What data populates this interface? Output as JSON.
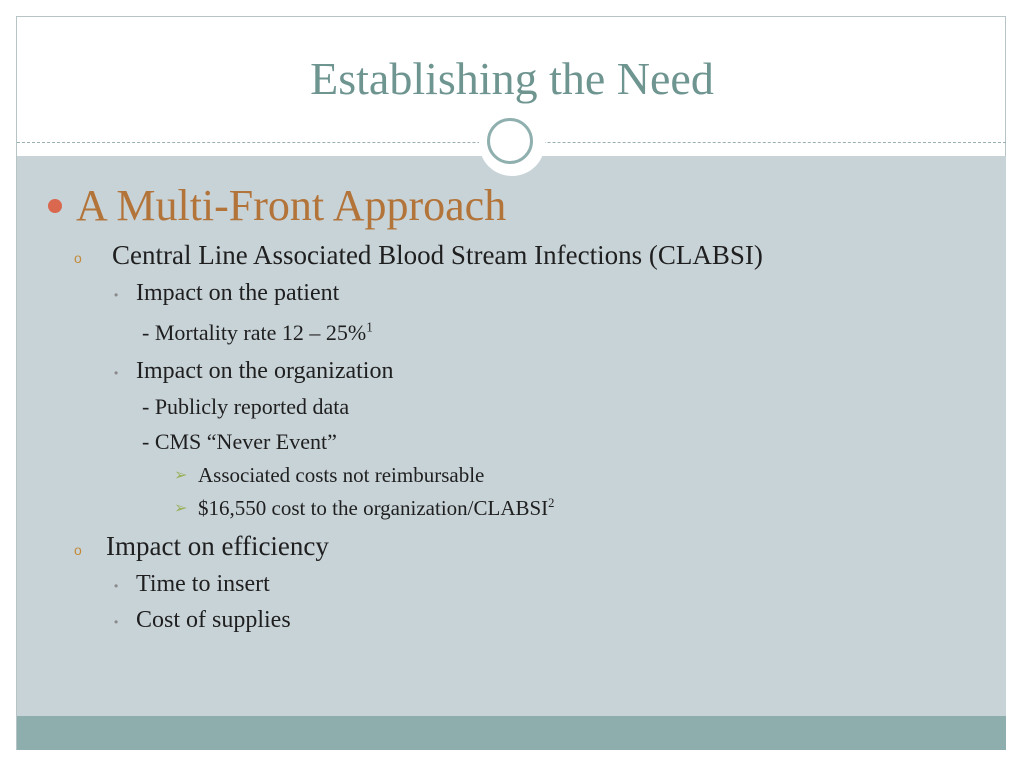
{
  "slide": {
    "title": "Establishing the Need",
    "heading": "A Multi-Front Approach",
    "items": {
      "clabsi": "Central Line Associated Blood Stream Infections (CLABSI)",
      "impact_patient": "Impact on the patient",
      "mortality": "- Mortality rate 12 – 25%",
      "mortality_ref": "1",
      "impact_org": "Impact on the organization",
      "public_data": "- Publicly reported data",
      "cms": "- CMS “Never Event”",
      "costs_not_reimb": "Associated costs not reimbursable",
      "cost_per": "$16,550 cost to the organization/CLABSI",
      "cost_ref": "2",
      "efficiency": "Impact on efficiency",
      "time_insert": "Time to insert",
      "cost_supplies": "Cost of supplies"
    }
  },
  "colors": {
    "title": "#6f9591",
    "heading": "#b3743a",
    "panel": "#c8d3d8",
    "footer": "#8eaeae",
    "bullet_dot": "#d9684e"
  },
  "icons": {
    "heading_bullet": "filled-circle",
    "sub_bullet": "hollow-circle",
    "item_bullet": "small-dot",
    "arrow_bullet": "arrow-head"
  }
}
